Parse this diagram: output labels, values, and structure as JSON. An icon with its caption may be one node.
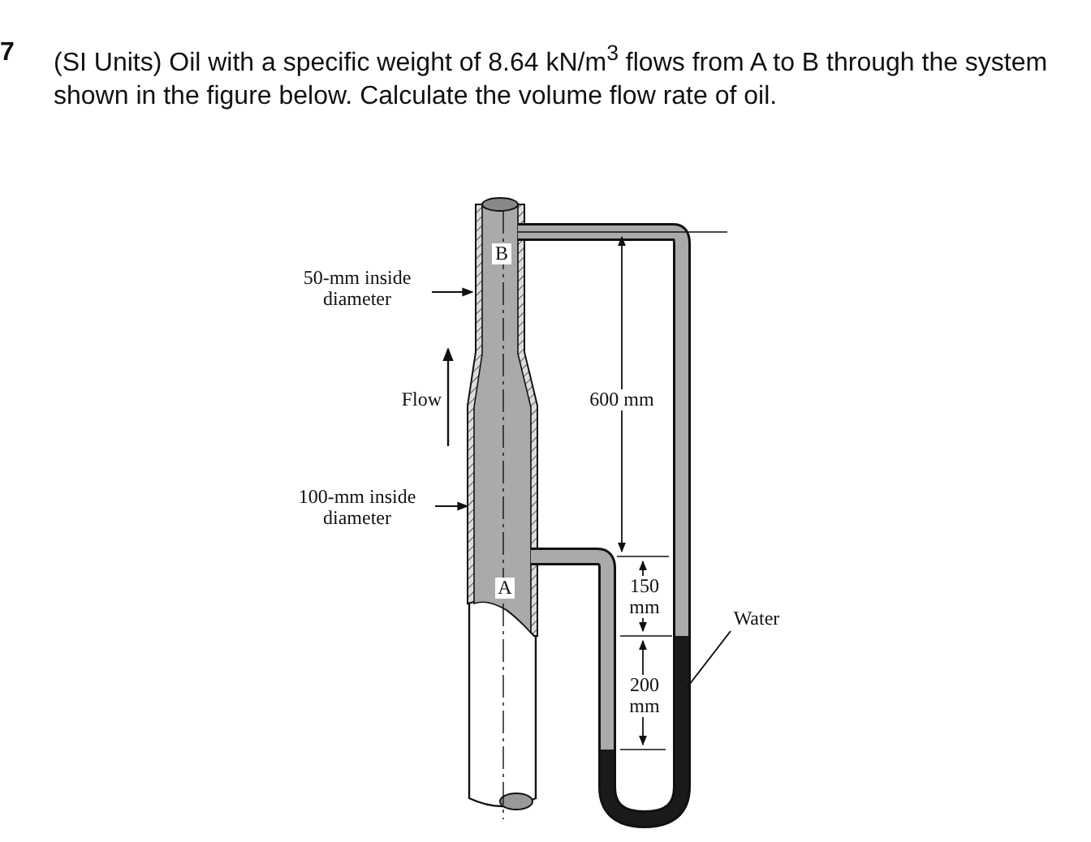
{
  "diagram": {
    "nodes": [
      {
        "text": [
          "50-mm inside diameter"
        ]
      },
      {
        "text": [
          "100-mm inside diameter"
        ]
      },
      {
        "text": [
          "Water"
        ]
      }
    ],
    "edges": [
      {
        "from": 0,
        "to": null,
        "arrow": "to"
      },
      {
        "from": 1,
        "to": null,
        "arrow": "to"
      },
      {
        "from": 2,
        "to": null,
        "arrow": "none"
      }
    ],
    "labels": [
      "7",
      "(SI Units) Oil with a specific weight of 8.64 kN/m$^{3}$ flows from A to B through the system shown in the figure below.  Calculate the volume flow rate of oil.",
      "B",
      "Flow",
      "600 mm",
      "A",
      "150 mm",
      "200 mm"
    ]
  }
}
